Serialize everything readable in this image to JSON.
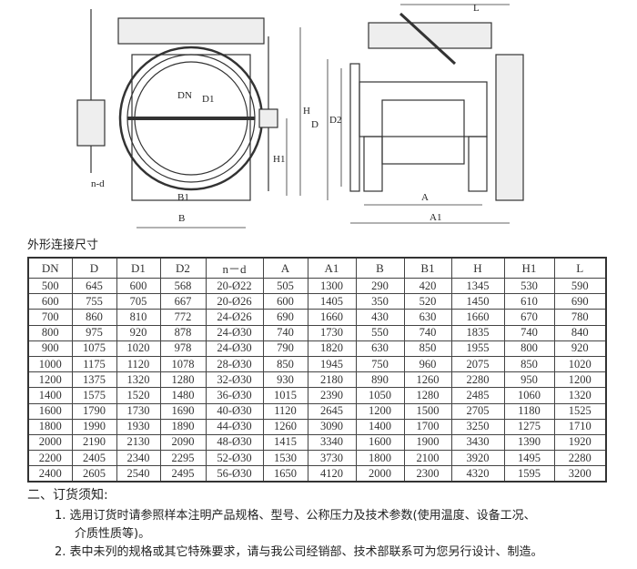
{
  "drawing": {
    "left_view_labels": [
      "DN",
      "D1",
      "H",
      "H1",
      "n-d",
      "B1",
      "B"
    ],
    "right_view_labels": [
      "L",
      "D",
      "D2",
      "A",
      "A1"
    ]
  },
  "section_title": "外形连接尺寸",
  "table": {
    "headers": [
      "DN",
      "D",
      "D1",
      "D2",
      "n－d",
      "A",
      "A1",
      "B",
      "B1",
      "H",
      "H1",
      "L"
    ],
    "rows": [
      [
        "500",
        "645",
        "600",
        "568",
        "20-Ø22",
        "505",
        "1300",
        "290",
        "420",
        "1345",
        "530",
        "590"
      ],
      [
        "600",
        "755",
        "705",
        "667",
        "20-Ø26",
        "600",
        "1405",
        "350",
        "520",
        "1450",
        "610",
        "690"
      ],
      [
        "700",
        "860",
        "810",
        "772",
        "24-Ø26",
        "690",
        "1660",
        "430",
        "630",
        "1660",
        "670",
        "780"
      ],
      [
        "800",
        "975",
        "920",
        "878",
        "24-Ø30",
        "740",
        "1730",
        "550",
        "740",
        "1835",
        "740",
        "840"
      ],
      [
        "900",
        "1075",
        "1020",
        "978",
        "24-Ø30",
        "790",
        "1820",
        "630",
        "850",
        "1955",
        "800",
        "920"
      ],
      [
        "1000",
        "1175",
        "1120",
        "1078",
        "28-Ø30",
        "850",
        "1945",
        "750",
        "960",
        "2075",
        "850",
        "1020"
      ],
      [
        "1200",
        "1375",
        "1320",
        "1280",
        "32-Ø30",
        "930",
        "2180",
        "890",
        "1260",
        "2280",
        "950",
        "1200"
      ],
      [
        "1400",
        "1575",
        "1520",
        "1480",
        "36-Ø30",
        "1015",
        "2390",
        "1050",
        "1280",
        "2485",
        "1060",
        "1320"
      ],
      [
        "1600",
        "1790",
        "1730",
        "1690",
        "40-Ø30",
        "1120",
        "2645",
        "1200",
        "1500",
        "2705",
        "1180",
        "1525"
      ],
      [
        "1800",
        "1990",
        "1930",
        "1890",
        "44-Ø30",
        "1260",
        "3090",
        "1400",
        "1700",
        "3250",
        "1275",
        "1710"
      ],
      [
        "2000",
        "2190",
        "2130",
        "2090",
        "48-Ø30",
        "1415",
        "3340",
        "1600",
        "1900",
        "3430",
        "1390",
        "1920"
      ],
      [
        "2200",
        "2405",
        "2340",
        "2295",
        "52-Ø30",
        "1530",
        "3730",
        "1800",
        "2100",
        "3920",
        "1495",
        "2280"
      ],
      [
        "2400",
        "2605",
        "2540",
        "2495",
        "56-Ø30",
        "1650",
        "4120",
        "2000",
        "2300",
        "4320",
        "1595",
        "3200"
      ]
    ]
  },
  "notes": {
    "heading": "二、订货须知:",
    "items": [
      "1. 选用订货时请参照样本注明产品规格、型号、公称压力及技术参数(使用温度、设备工况、",
      "介质性质等)。",
      "2. 表中未列的规格或其它特殊要求，请与我公司经销部、技术部联系可为您另行设计、制造。"
    ]
  }
}
